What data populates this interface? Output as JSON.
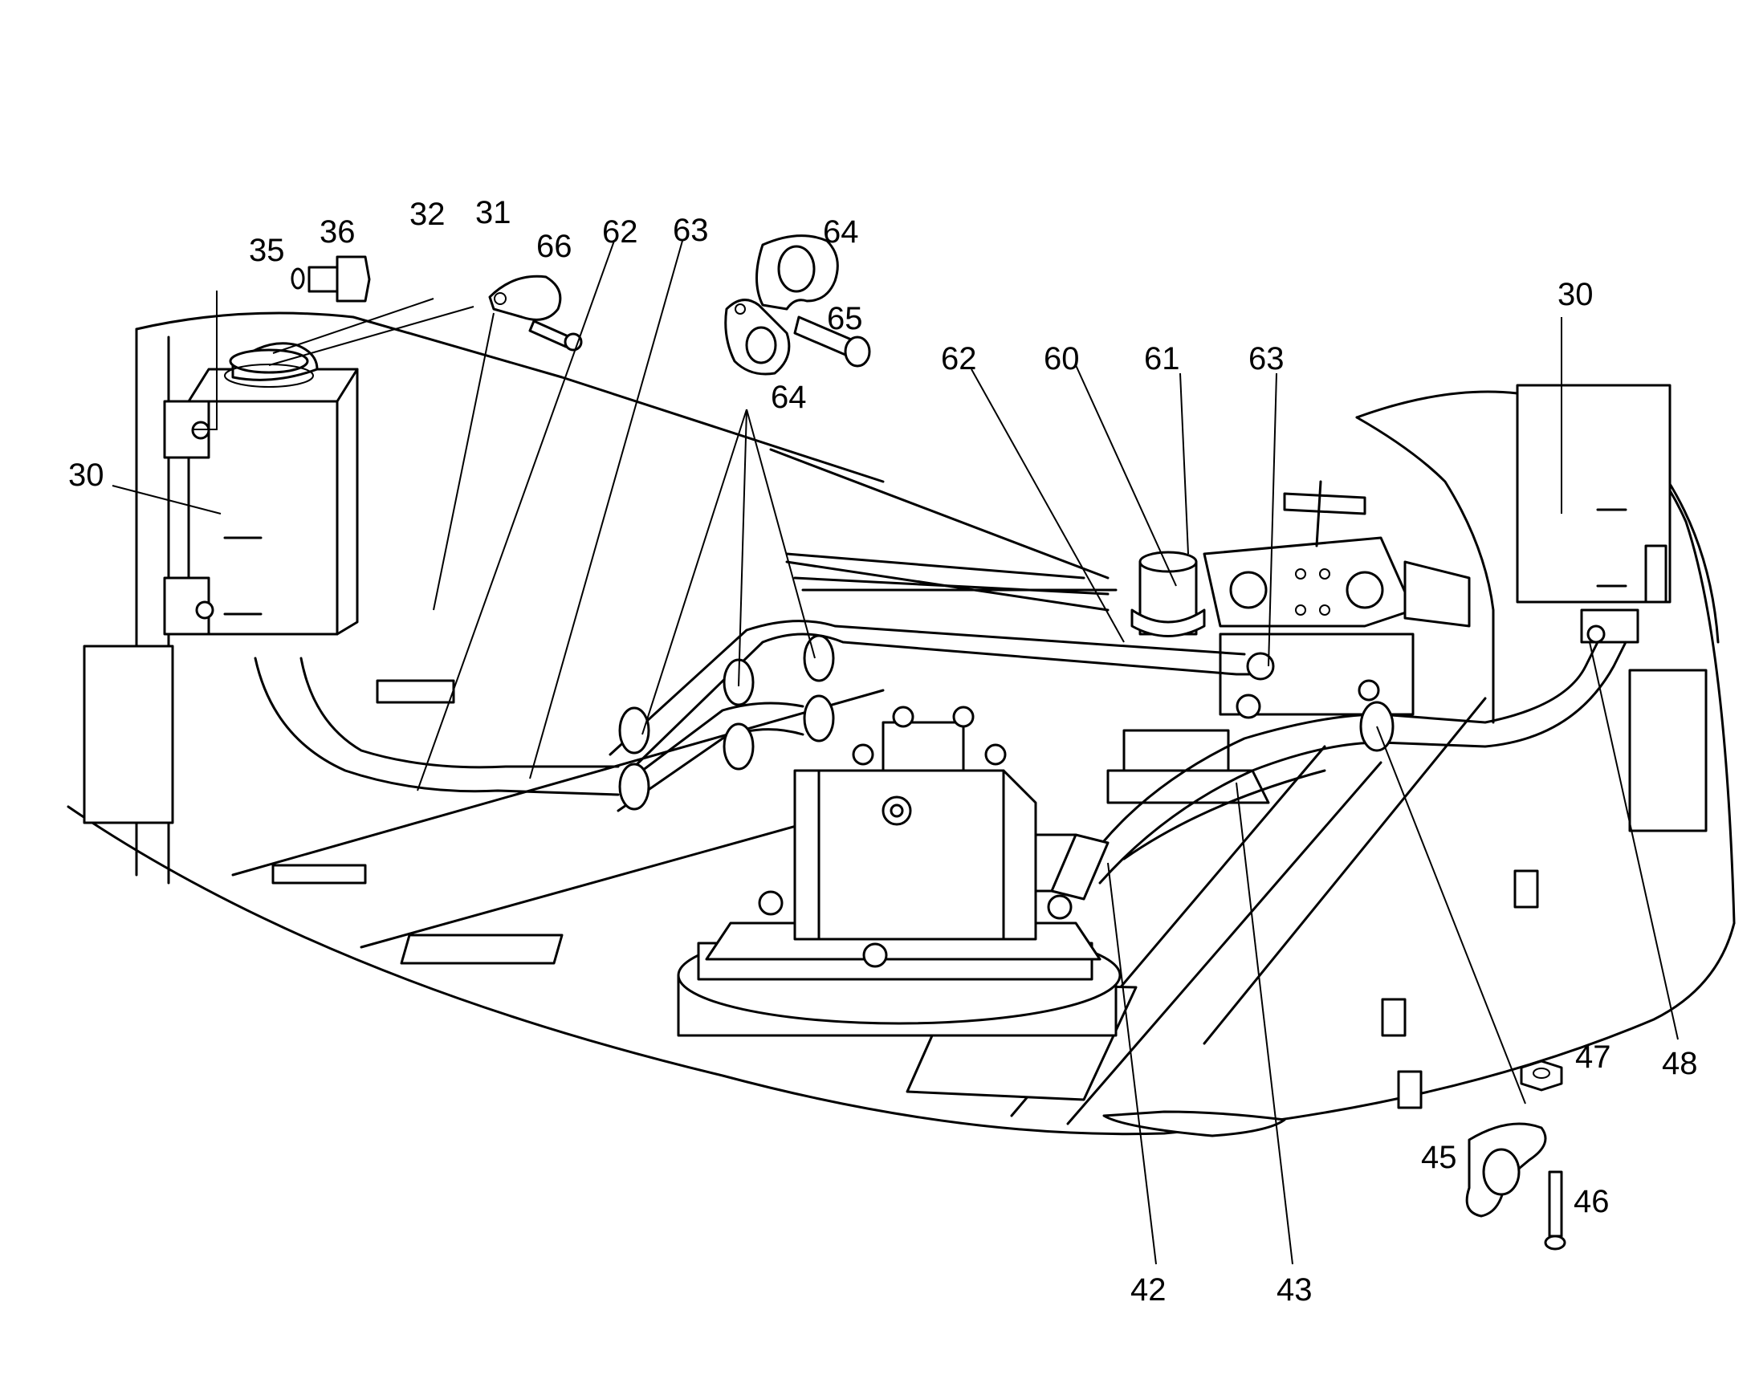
{
  "callouts": [
    {
      "id": "c30a",
      "text": "30"
    },
    {
      "id": "c35",
      "text": "35"
    },
    {
      "id": "c36",
      "text": "36"
    },
    {
      "id": "c32",
      "text": "32"
    },
    {
      "id": "c31",
      "text": "31"
    },
    {
      "id": "c66",
      "text": "66"
    },
    {
      "id": "c62a",
      "text": "62"
    },
    {
      "id": "c63a",
      "text": "63"
    },
    {
      "id": "c64a",
      "text": "64"
    },
    {
      "id": "c65",
      "text": "65"
    },
    {
      "id": "c64b",
      "text": "64"
    },
    {
      "id": "c62b",
      "text": "62"
    },
    {
      "id": "c60",
      "text": "60"
    },
    {
      "id": "c61",
      "text": "61"
    },
    {
      "id": "c63b",
      "text": "63"
    },
    {
      "id": "c30b",
      "text": "30"
    },
    {
      "id": "c48",
      "text": "48"
    },
    {
      "id": "c47",
      "text": "47"
    },
    {
      "id": "c45",
      "text": "45"
    },
    {
      "id": "c46",
      "text": "46"
    },
    {
      "id": "c42",
      "text": "42"
    },
    {
      "id": "c43",
      "text": "43"
    }
  ],
  "colors": {
    "line": "#000000",
    "background": "#ffffff"
  }
}
